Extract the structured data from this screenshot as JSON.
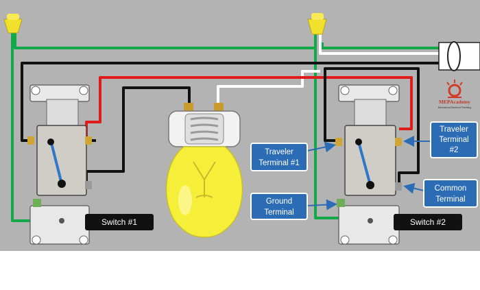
{
  "colors": {
    "background": "#b3b3b3",
    "wire_black": "#111111",
    "wire_red": "#e01b1b",
    "wire_green": "#13a94a",
    "wire_white": "#ffffff",
    "callout_blue": "#2c6cb5",
    "switch_label_bg": "#111111",
    "bulb_yellow": "#f6ef3a",
    "wire_nut_yellow": "#f1e12d"
  },
  "labels": {
    "switch_1": "Switch #1",
    "switch_2": "Switch #2",
    "traveler_terminal_1": [
      "Traveler",
      "Terminal #1"
    ],
    "traveler_terminal_2": [
      "Traveler",
      "Terminal",
      "#2"
    ],
    "ground_terminal": [
      "Ground",
      "Terminal"
    ],
    "common_terminal": [
      "Common",
      "Terminal"
    ]
  },
  "logo": {
    "name": "MEPAcademy",
    "tagline": "Mechanical Electrical Plumbing"
  },
  "icons": [
    "light-bulb-icon",
    "wire-nut-icon",
    "cable-icon",
    "switch-icon"
  ]
}
